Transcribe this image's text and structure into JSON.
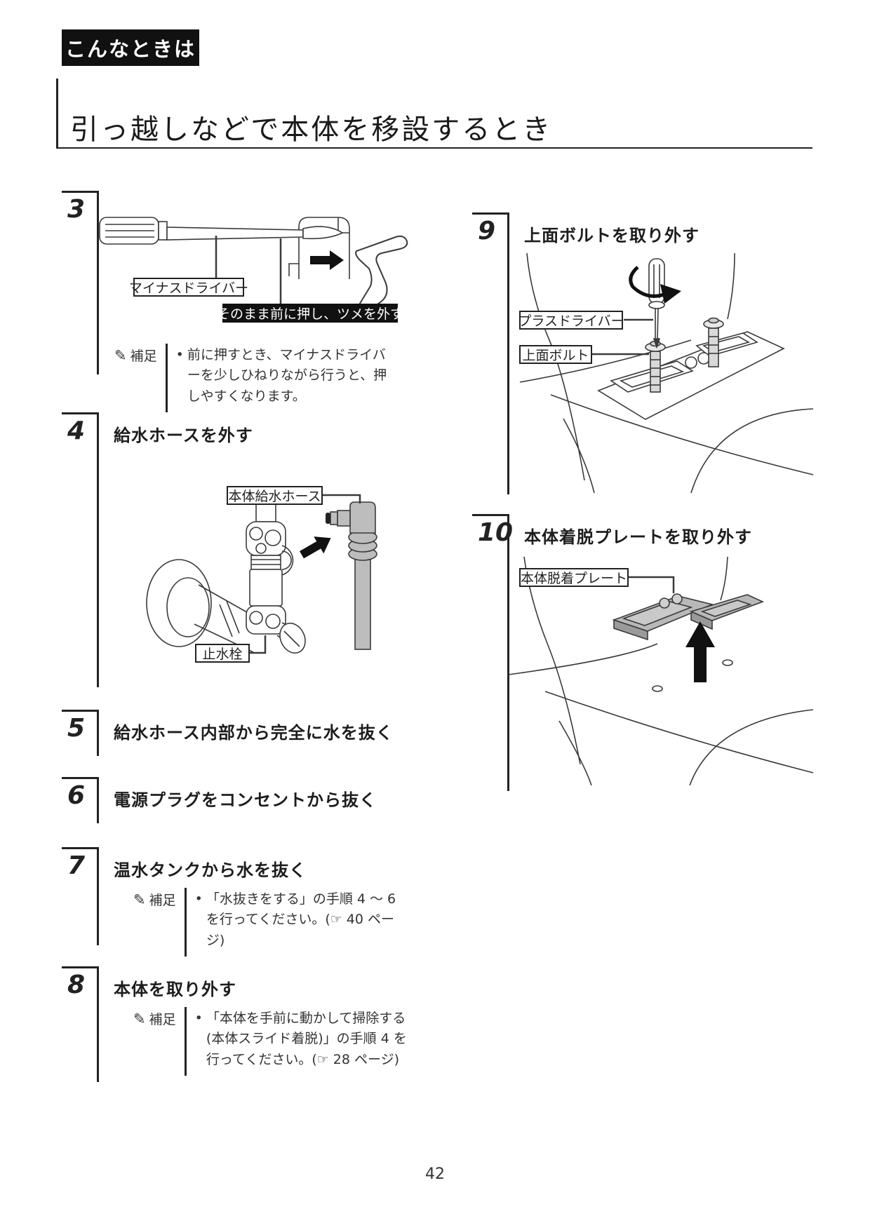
{
  "page": {
    "badge": "こんなときは",
    "title": "引っ越しなどで本体を移設するとき",
    "page_number": "42"
  },
  "icons": {
    "pencil": "✎"
  },
  "notes": {
    "label": "補足",
    "bullet": "•"
  },
  "steps": {
    "s3": {
      "number": "3",
      "label_screwdriver": "マイナスドライバー",
      "label_action": "そのまま前に押し、ツメを外す",
      "note": "前に押すとき、マイナスドライバーを少しひねりながら行うと、押しやすくなります。"
    },
    "s4": {
      "number": "4",
      "title": "給水ホースを外す",
      "label_hose": "本体給水ホース",
      "label_valve": "止水栓"
    },
    "s5": {
      "number": "5",
      "title": "給水ホース内部から完全に水を抜く"
    },
    "s6": {
      "number": "6",
      "title": "電源プラグをコンセントから抜く"
    },
    "s7": {
      "number": "7",
      "title": "温水タンクから水を抜く",
      "note": "「水抜きをする」の手順 4 ～ 6 を行ってください。(☞ 40 ページ)"
    },
    "s8": {
      "number": "8",
      "title": "本体を取り外す",
      "note": "「本体を手前に動かして掃除する (本体スライド着脱)」の手順 4 を行ってください。(☞ 28 ページ)"
    },
    "s9": {
      "number": "9",
      "title": "上面ボルトを取り外す",
      "label_driver": "プラスドライバー",
      "label_bolt": "上面ボルト"
    },
    "s10": {
      "number": "10",
      "title": "本体着脱プレートを取り外す",
      "label_plate": "本体脱着プレート"
    }
  }
}
